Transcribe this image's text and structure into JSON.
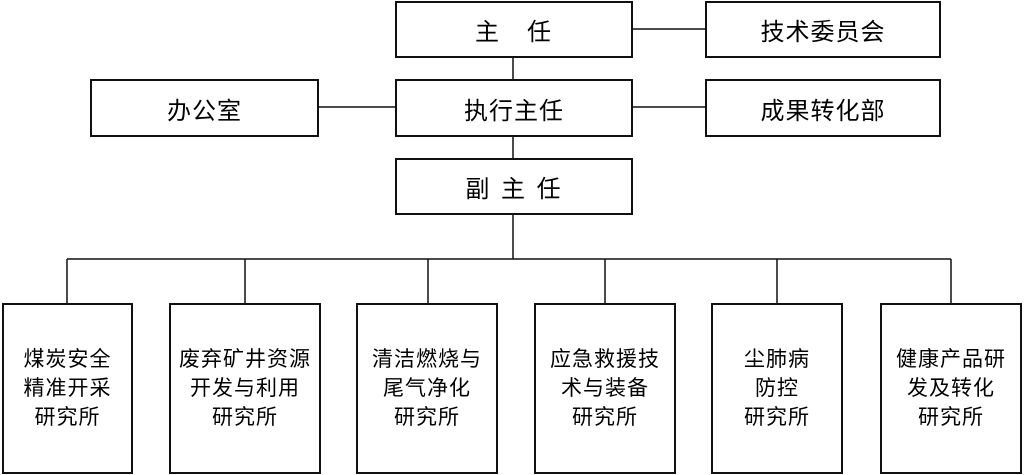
{
  "org": {
    "director": "主　任",
    "technical_committee": "技术委员会",
    "executive_director": "执行主任",
    "office": "办公室",
    "achievement_transfer_dept": "成果转化部",
    "deputy_director": "副 主 任",
    "institutes": [
      {
        "lines": [
          "煤炭安全",
          "精准开采",
          "研究所"
        ]
      },
      {
        "lines": [
          "废弃矿井资源",
          "开发与利用",
          "研究所"
        ]
      },
      {
        "lines": [
          "清洁燃烧与",
          "尾气净化",
          "研究所"
        ]
      },
      {
        "lines": [
          "应急救援技",
          "术与装备",
          "研究所"
        ]
      },
      {
        "lines": [
          "尘肺病",
          "防控",
          "研究所"
        ]
      },
      {
        "lines": [
          "健康产品研",
          "发及转化",
          "研究所"
        ]
      }
    ]
  },
  "colors": {
    "line": "#111111",
    "box_fill": "#ffffff",
    "text": "#000000"
  }
}
